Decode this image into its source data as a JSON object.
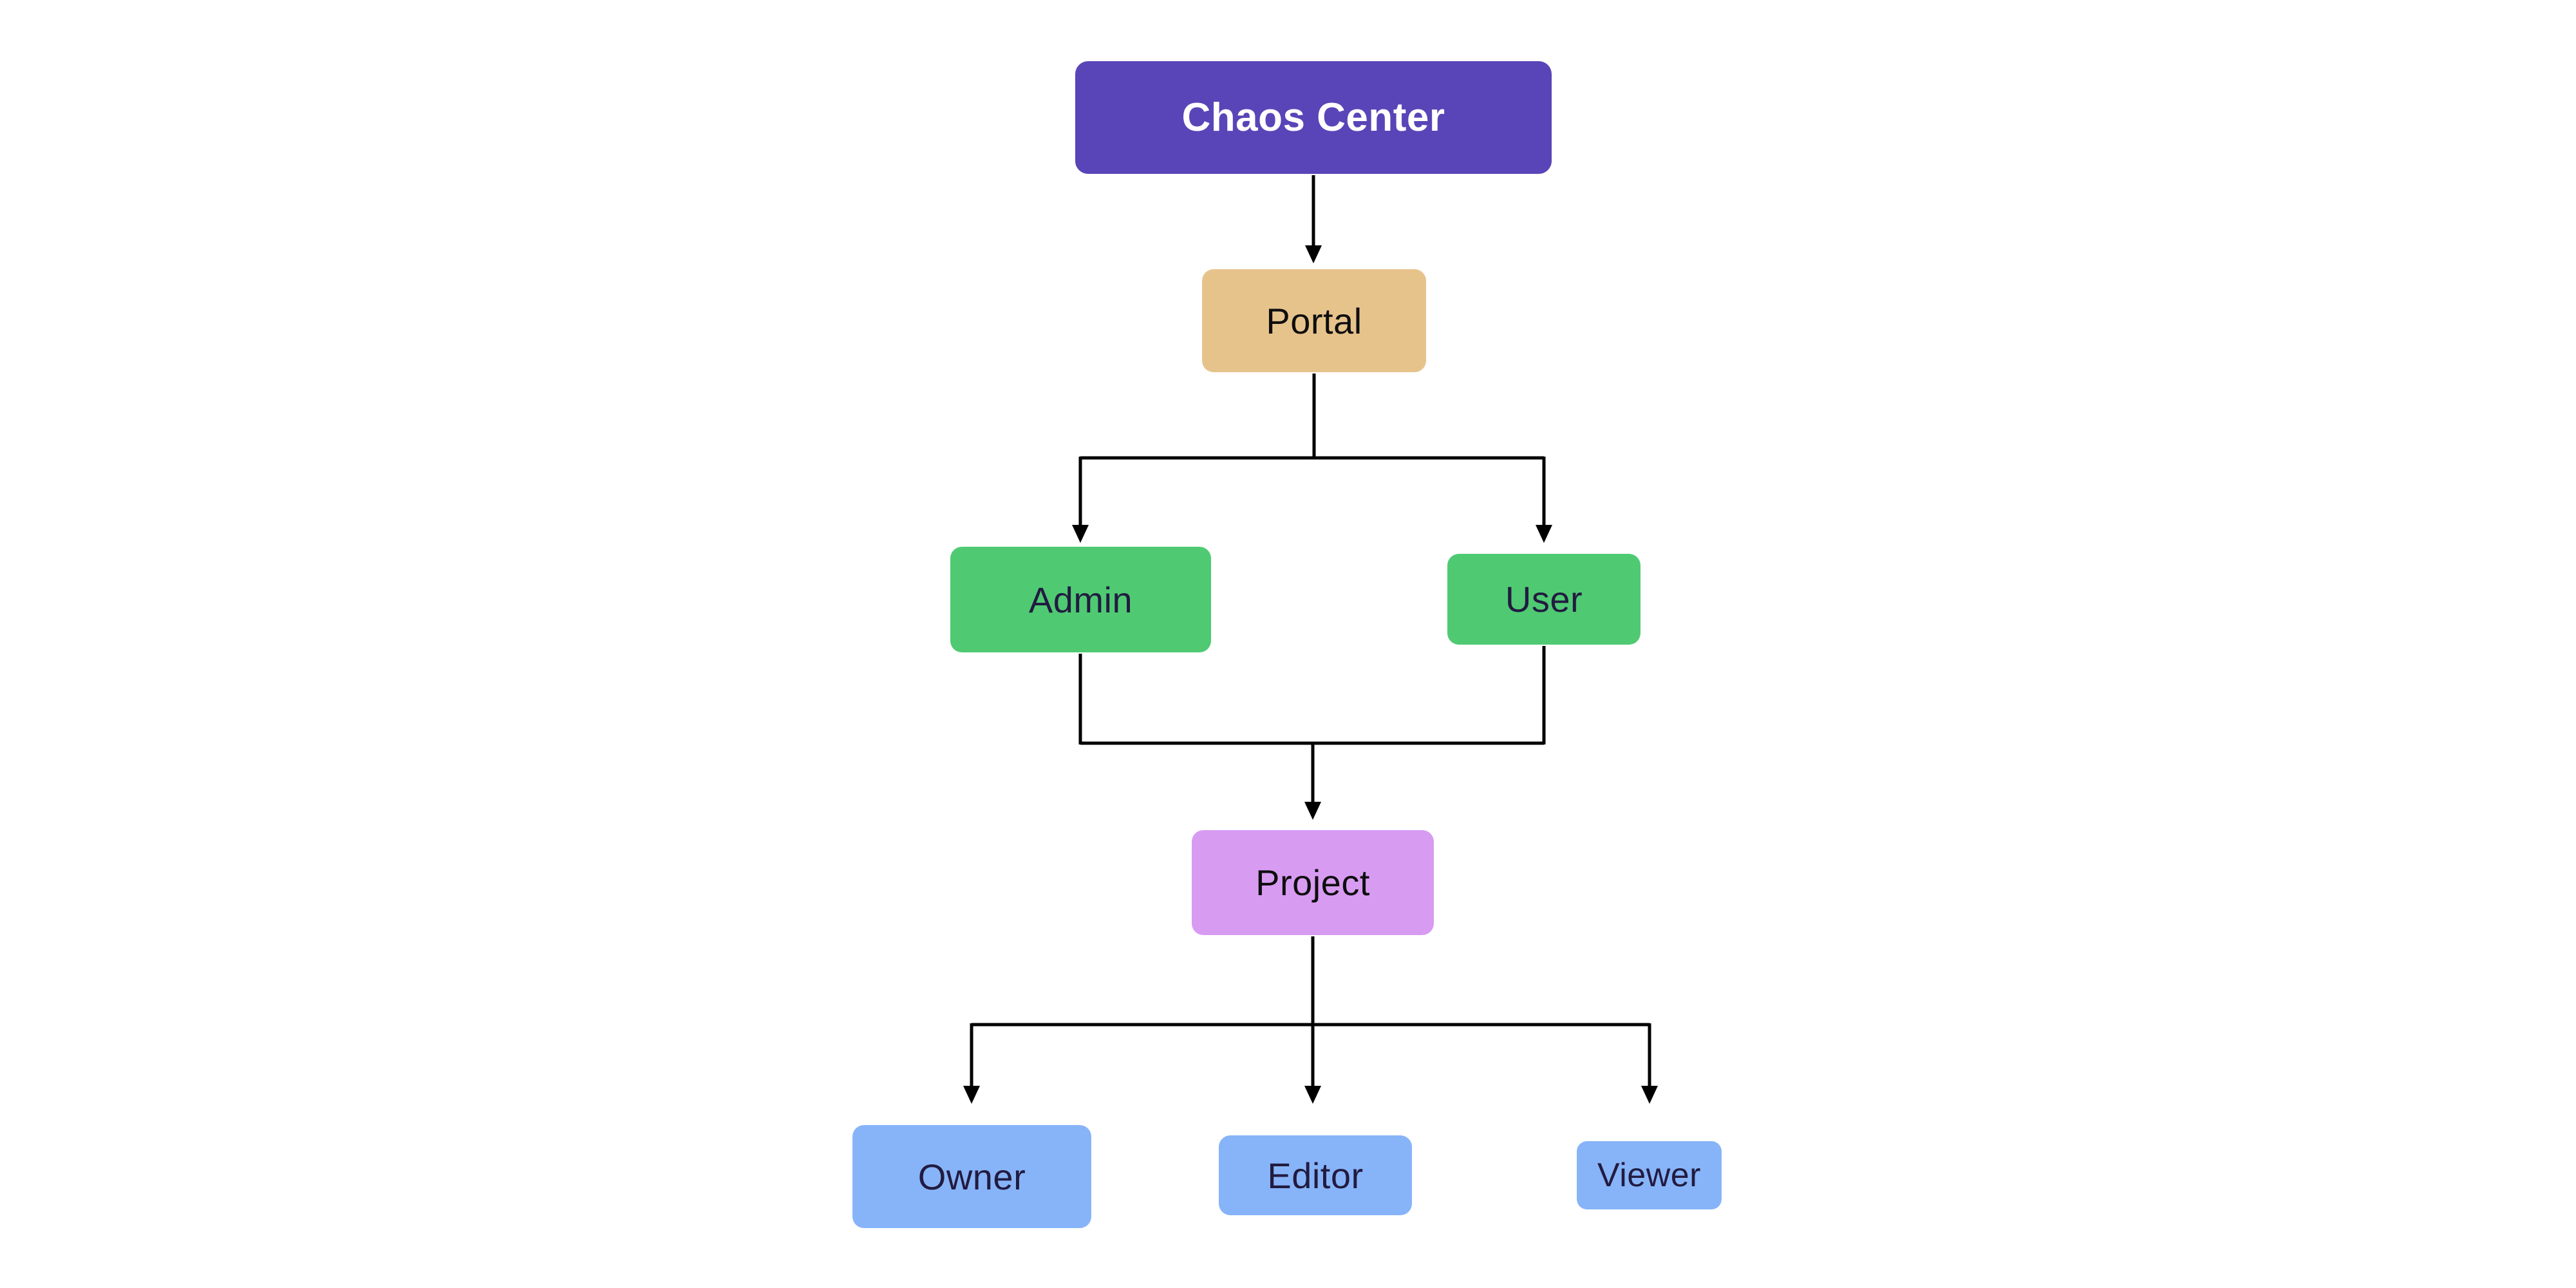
{
  "canvas": {
    "background": "#ffffff",
    "connector_color": "#000000"
  },
  "diagram": {
    "nodes": [
      {
        "id": "chaos-center",
        "label": "Chaos Center",
        "fill": "#5945b8",
        "text_color": "#ffffff"
      },
      {
        "id": "portal",
        "label": "Portal",
        "fill": "#e7c38c",
        "text_color": "#0e0e0e"
      },
      {
        "id": "admin",
        "label": "Admin",
        "fill": "#4fca72",
        "text_color": "#221b40"
      },
      {
        "id": "user",
        "label": "User",
        "fill": "#4fca72",
        "text_color": "#221b40"
      },
      {
        "id": "project",
        "label": "Project",
        "fill": "#d89bf2",
        "text_color": "#0e0e0e"
      },
      {
        "id": "owner",
        "label": "Owner",
        "fill": "#87b4f8",
        "text_color": "#221b40"
      },
      {
        "id": "editor",
        "label": "Editor",
        "fill": "#87b4f8",
        "text_color": "#221b40"
      },
      {
        "id": "viewer",
        "label": "Viewer",
        "fill": "#87b4f8",
        "text_color": "#221b40"
      }
    ],
    "edges": [
      {
        "from": "chaos-center",
        "to": "portal"
      },
      {
        "from": "portal",
        "to": "admin"
      },
      {
        "from": "portal",
        "to": "user"
      },
      {
        "from": "admin",
        "to": "project"
      },
      {
        "from": "user",
        "to": "project"
      },
      {
        "from": "project",
        "to": "owner"
      },
      {
        "from": "project",
        "to": "editor"
      },
      {
        "from": "project",
        "to": "viewer"
      }
    ]
  }
}
